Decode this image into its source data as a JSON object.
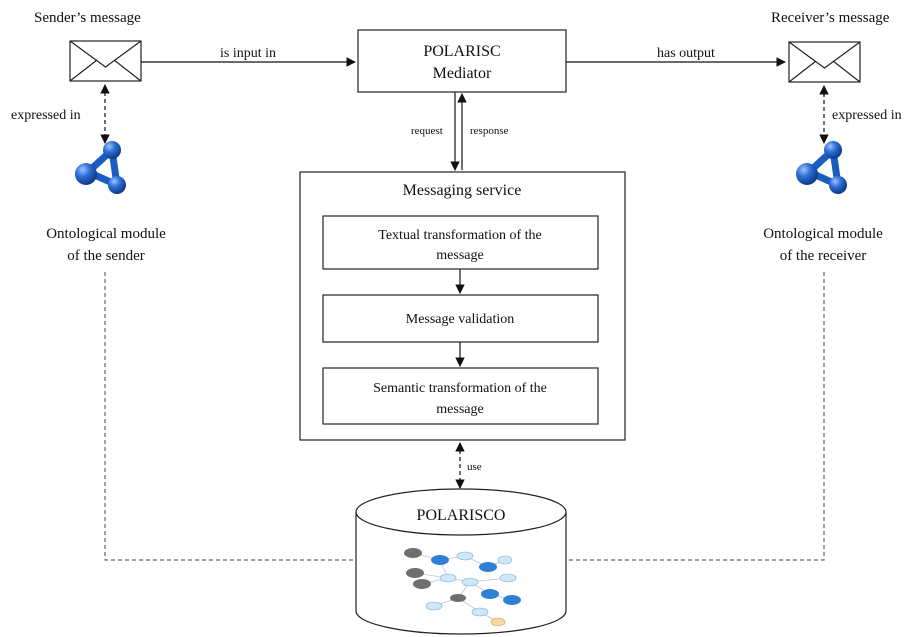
{
  "labels": {
    "sender_message": "Sender’s message",
    "receiver_message": "Receiver’s message",
    "is_input_in": "is input in",
    "has_output": "has output",
    "mediator_line1": "POLARISC",
    "mediator_line2": "Mediator",
    "request": "request",
    "response": "response",
    "messaging_service": "Messaging service",
    "step1_line1": "Textual transformation of the",
    "step1_line2": "message",
    "step2": "Message validation",
    "step3_line1": "Semantic transformation of the",
    "step3_line2": "message",
    "expressed_in_left": "expressed in",
    "expressed_in_right": "expressed in",
    "sender_module_line1": "Ontological module",
    "sender_module_line2": "of the sender",
    "receiver_module_line1": "Ontological module",
    "receiver_module_line2": "of the receiver",
    "use": "use",
    "polarisco": "POLARISCO"
  },
  "icons": {
    "envelope": "envelope-icon",
    "ontology": "ontology-molecule-icon",
    "database": "database-cylinder-icon",
    "graph": "ontology-graph-icon"
  },
  "colors": {
    "ontology_blue": "#1a5cc0",
    "ontology_highlight": "#4d8fe6"
  }
}
